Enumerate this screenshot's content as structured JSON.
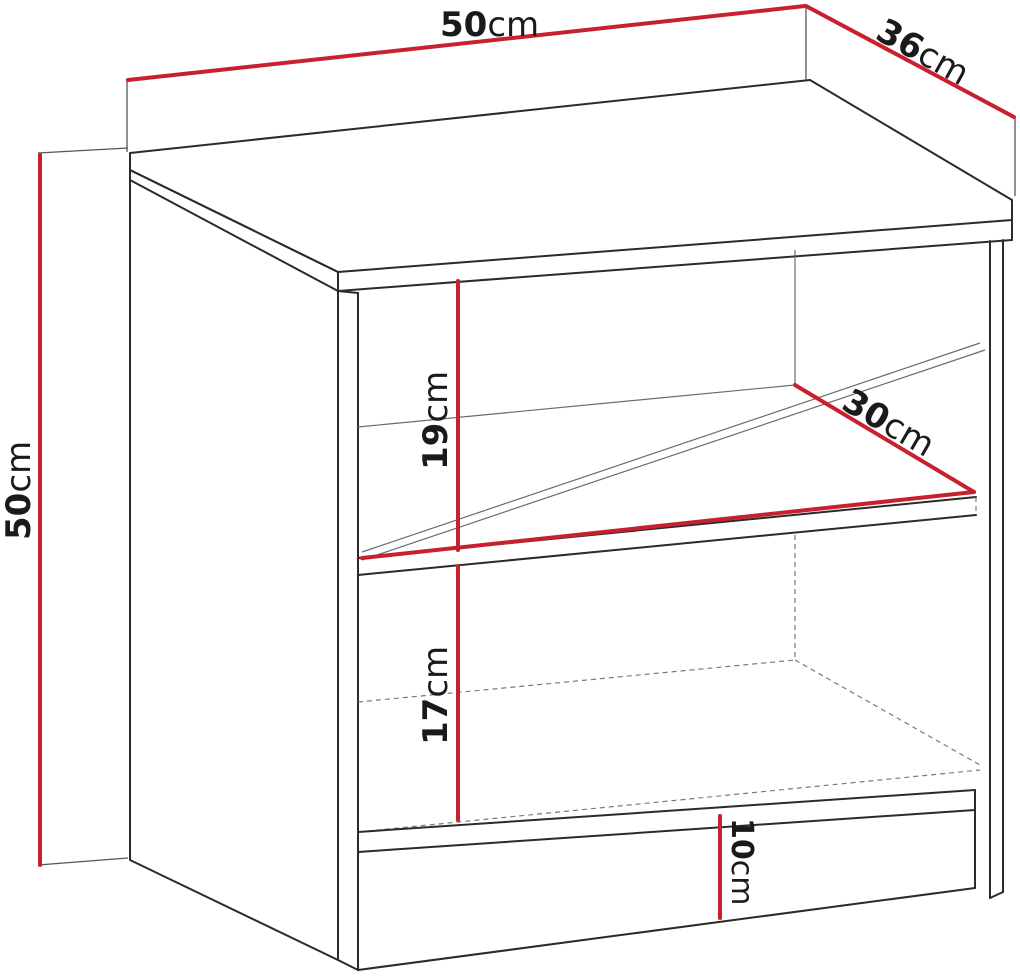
{
  "unit": "cm",
  "colors": {
    "dimension_line": "#c9202e",
    "outline": "#2b2b2b",
    "background": "#ffffff"
  },
  "dimensions": {
    "width": {
      "value": "50",
      "unit": "cm"
    },
    "depth": {
      "value": "36",
      "unit": "cm"
    },
    "height": {
      "value": "50",
      "unit": "cm"
    },
    "shelf_depth": {
      "value": "30",
      "unit": "cm"
    },
    "upper_compartment": {
      "value": "19",
      "unit": "cm"
    },
    "lower_compartment": {
      "value": "17",
      "unit": "cm"
    },
    "plinth": {
      "value": "10",
      "unit": "cm"
    }
  }
}
